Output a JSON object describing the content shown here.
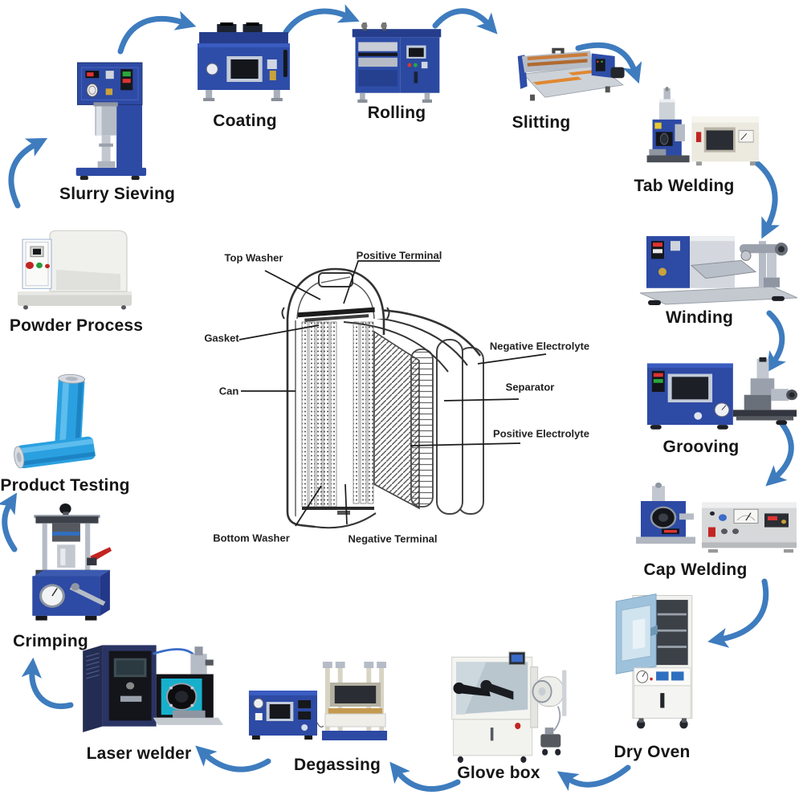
{
  "colors": {
    "arrow": "#3e7cbe",
    "machine_blue": "#2d4aa4",
    "label_text": "#151515",
    "battery_cell_blue": "#2aa0e0"
  },
  "stations": [
    {
      "id": "powder-process",
      "label": "Powder Process"
    },
    {
      "id": "slurry-sieving",
      "label": "Slurry Sieving"
    },
    {
      "id": "coating",
      "label": "Coating"
    },
    {
      "id": "rolling",
      "label": "Rolling"
    },
    {
      "id": "slitting",
      "label": "Slitting"
    },
    {
      "id": "tab-welding",
      "label": "Tab Welding"
    },
    {
      "id": "winding",
      "label": "Winding"
    },
    {
      "id": "grooving",
      "label": "Grooving"
    },
    {
      "id": "cap-welding",
      "label": "Cap Welding"
    },
    {
      "id": "dry-oven",
      "label": "Dry Oven"
    },
    {
      "id": "glove-box",
      "label": "Glove box"
    },
    {
      "id": "degassing",
      "label": "Degassing"
    },
    {
      "id": "laser-welder",
      "label": "Laser welder"
    },
    {
      "id": "crimping",
      "label": "Crimping"
    },
    {
      "id": "product-testing",
      "label": "Product Testing"
    }
  ],
  "flow_arrows": [
    {
      "from": "powder-process",
      "to": "slurry-sieving"
    },
    {
      "from": "slurry-sieving",
      "to": "coating"
    },
    {
      "from": "coating",
      "to": "rolling"
    },
    {
      "from": "rolling",
      "to": "slitting"
    },
    {
      "from": "slitting",
      "to": "tab-welding"
    },
    {
      "from": "tab-welding",
      "to": "winding"
    },
    {
      "from": "winding",
      "to": "grooving"
    },
    {
      "from": "grooving",
      "to": "cap-welding"
    },
    {
      "from": "cap-welding",
      "to": "dry-oven"
    },
    {
      "from": "dry-oven",
      "to": "glove-box"
    },
    {
      "from": "glove-box",
      "to": "degassing"
    },
    {
      "from": "degassing",
      "to": "laser-welder"
    },
    {
      "from": "laser-welder",
      "to": "crimping"
    },
    {
      "from": "crimping",
      "to": "product-testing"
    }
  ],
  "battery_diagram": {
    "labels": {
      "top_washer": "Top Washer",
      "positive_terminal": "Positive Terminal",
      "gasket": "Gasket",
      "can": "Can",
      "negative_electrolyte": "Negative Electrolyte",
      "separator": "Separator",
      "positive_electrolyte": "Positive Electrolyte",
      "bottom_washer": "Bottom Washer",
      "negative_terminal": "Negative Terminal"
    }
  }
}
